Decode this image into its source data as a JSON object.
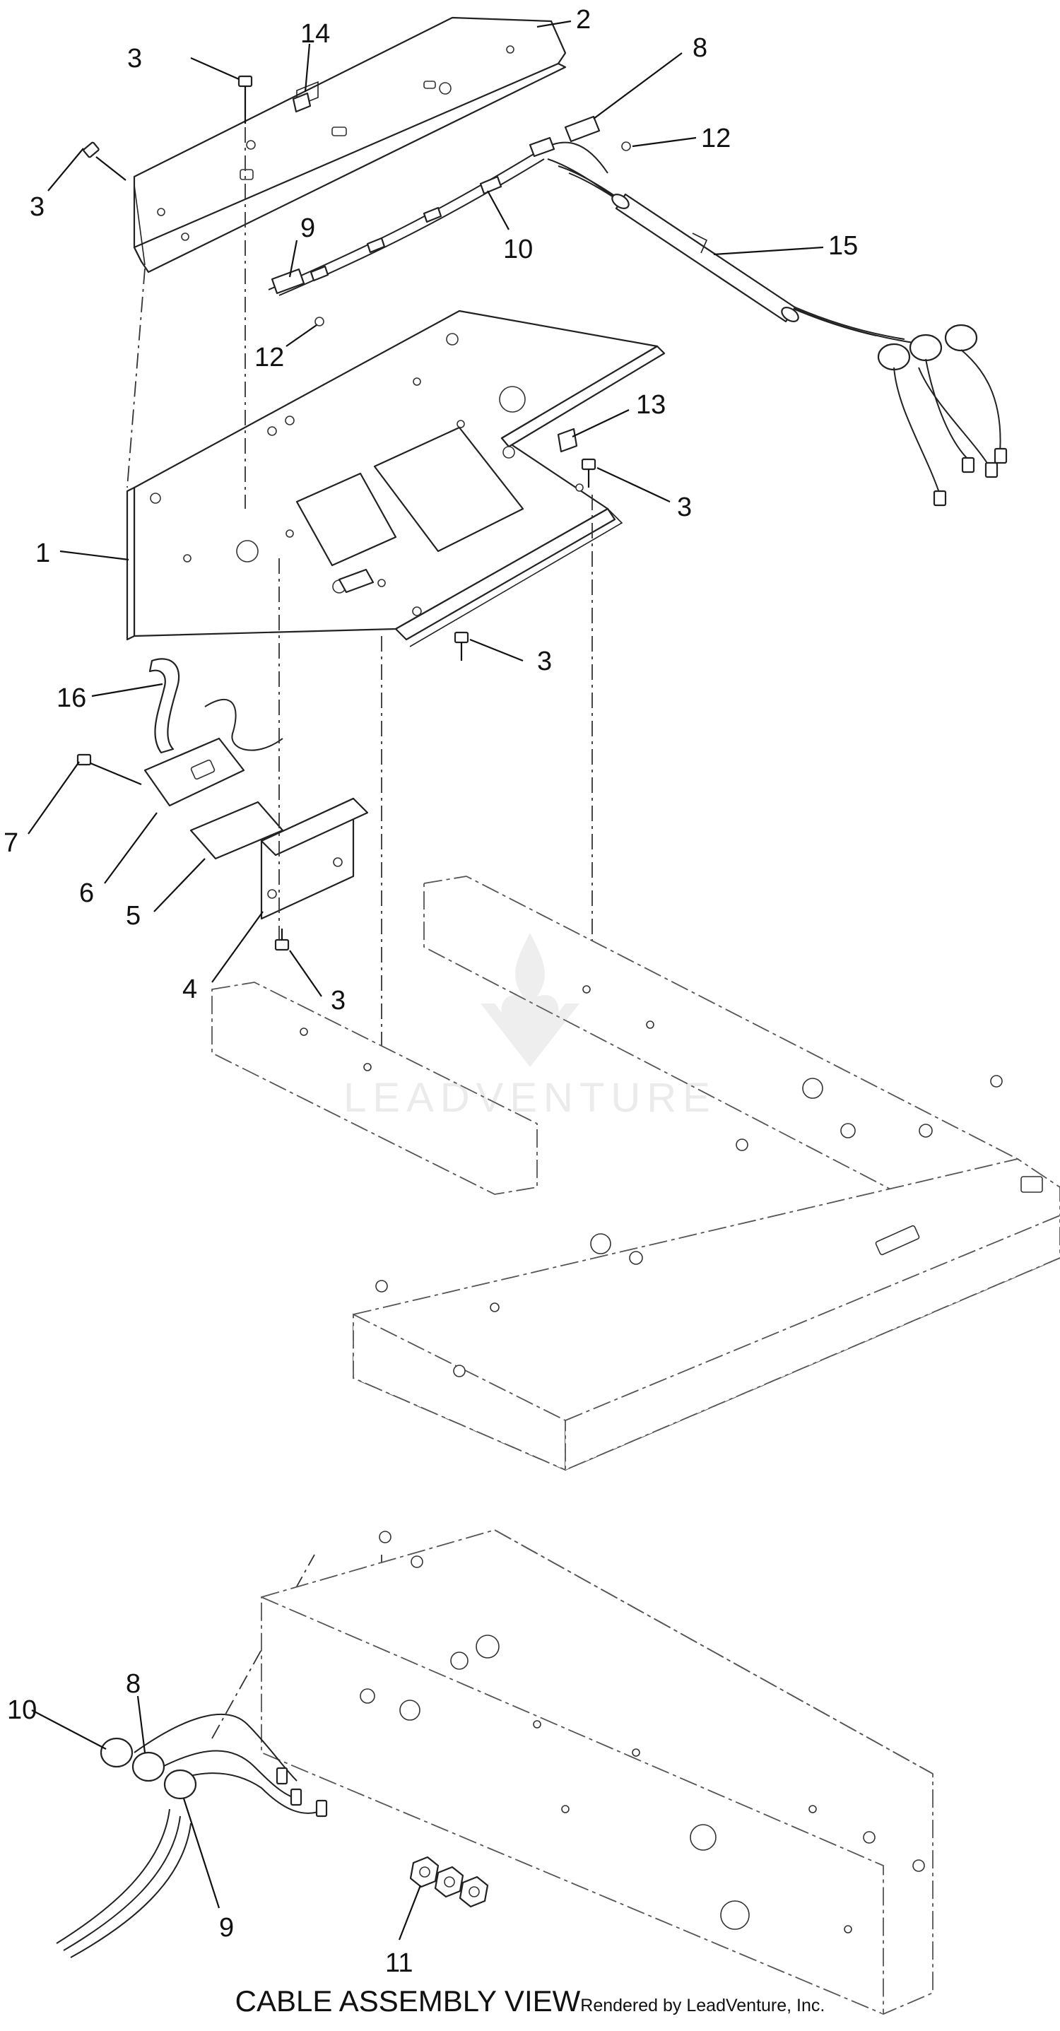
{
  "diagram": {
    "callouts": [
      {
        "id": "c1",
        "text": "1"
      },
      {
        "id": "c2",
        "text": "2"
      },
      {
        "id": "c3a",
        "text": "3"
      },
      {
        "id": "c3b",
        "text": "3"
      },
      {
        "id": "c3c",
        "text": "3"
      },
      {
        "id": "c3d",
        "text": "3"
      },
      {
        "id": "c3e",
        "text": "3"
      },
      {
        "id": "c4",
        "text": "4"
      },
      {
        "id": "c5",
        "text": "5"
      },
      {
        "id": "c6",
        "text": "6"
      },
      {
        "id": "c7",
        "text": "7"
      },
      {
        "id": "c8a",
        "text": "8"
      },
      {
        "id": "c8b",
        "text": "8"
      },
      {
        "id": "c9a",
        "text": "9"
      },
      {
        "id": "c9b",
        "text": "9"
      },
      {
        "id": "c10a",
        "text": "10"
      },
      {
        "id": "c10b",
        "text": "10"
      },
      {
        "id": "c11",
        "text": "11"
      },
      {
        "id": "c12a",
        "text": "12"
      },
      {
        "id": "c12b",
        "text": "12"
      },
      {
        "id": "c13",
        "text": "13"
      },
      {
        "id": "c14",
        "text": "14"
      },
      {
        "id": "c15",
        "text": "15"
      },
      {
        "id": "c16",
        "text": "16"
      }
    ]
  },
  "caption": {
    "title": "CABLE ASSEMBLY VIEW",
    "credit": "Rendered by LeadVenture, Inc."
  },
  "watermark": {
    "text": "LEADVENTURE"
  },
  "colors": {
    "line": "#111111",
    "background": "#ffffff"
  }
}
